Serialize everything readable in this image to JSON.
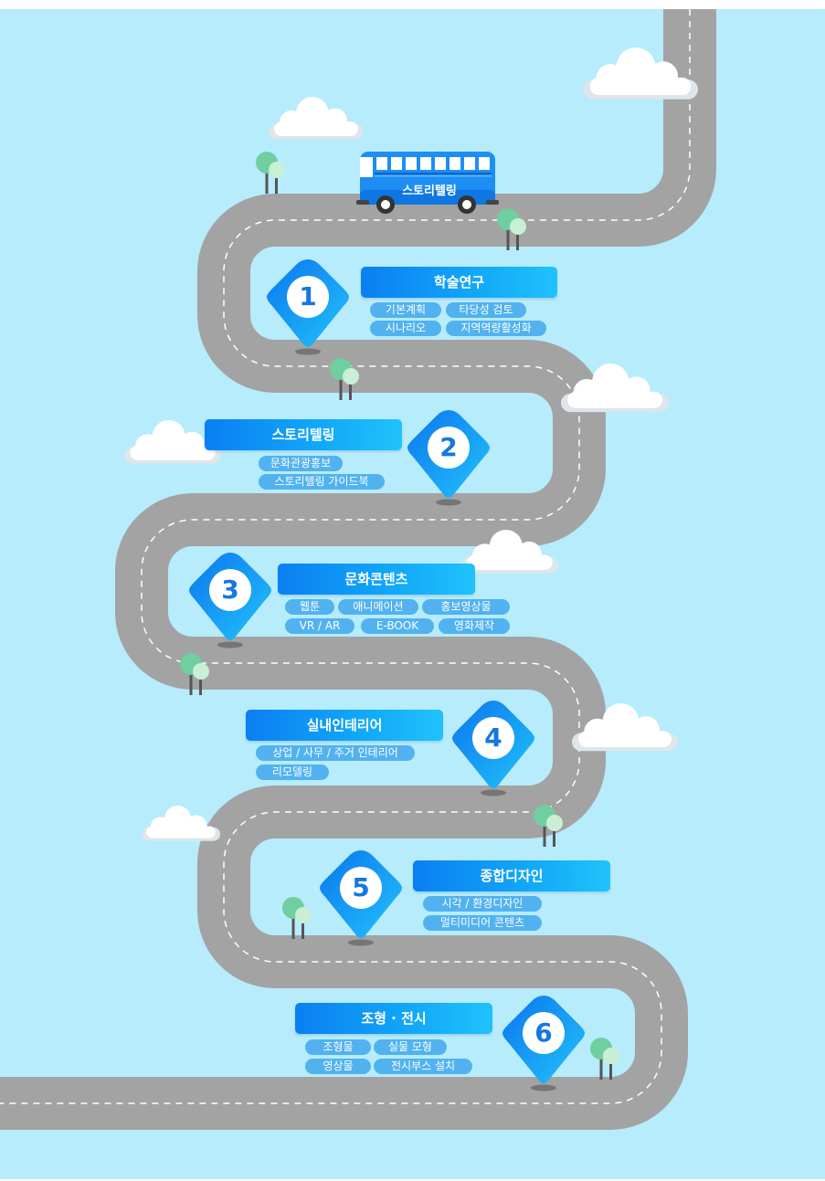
{
  "bus": {
    "label": "스토리텔링"
  },
  "stages": [
    {
      "number": "1",
      "title": "학술연구",
      "tags": [
        "기본계획",
        "타당성 검토",
        "시나리오",
        "지역역량활성화"
      ]
    },
    {
      "number": "2",
      "title": "스토리텔링",
      "tags": [
        "문화관광홍보",
        "스토리텔링 가이드북"
      ]
    },
    {
      "number": "3",
      "title": "문화콘텐츠",
      "tags": [
        "웹툰",
        "애니메이션",
        "홍보영상물",
        "VR / AR",
        "E-BOOK",
        "영화제작"
      ]
    },
    {
      "number": "4",
      "title": "실내인테리어",
      "tags": [
        "상업 / 사무 / 주거 인테리어",
        "리모델링"
      ]
    },
    {
      "number": "5",
      "title": "종합디자인",
      "tags": [
        "시각 / 환경디자인",
        "멀티미디어 콘텐츠"
      ]
    },
    {
      "number": "6",
      "title": "조형 · 전시",
      "tags": [
        "조형물",
        "실물 모형",
        "영상물",
        "전시부스 설치"
      ]
    }
  ],
  "colors": {
    "sky": "#b6ecfb",
    "road": "#a3a3a3",
    "road_dash": "#ffffff",
    "accent_blue": "#1577e0",
    "tag_blue": "#52b2f0",
    "tree_green": "#6fcfa0",
    "tree_light": "#c9efd4"
  }
}
